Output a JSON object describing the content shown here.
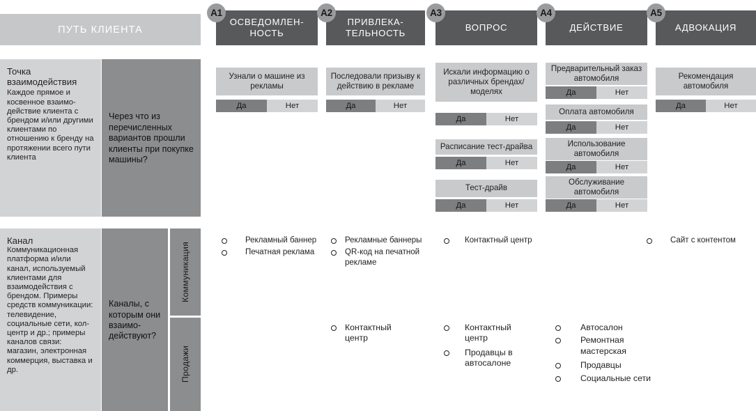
{
  "header": {
    "journey_title": "ПУТЬ  КЛИЕНТА"
  },
  "rows": [
    {
      "id": "touchpoint",
      "lead": "Точка",
      "lead2": "взаимодействия",
      "body": "Каждое прямое и косвенное взаимо­действие клиента с брендом и/или другими клиентами по отношению к бренду на протя­жении всего пути клиента",
      "question": "Через что из перечисленных вариантов прошли клиенты при покупке машины?"
    },
    {
      "id": "channel",
      "lead": "Канал",
      "body": "Коммуникационная платформа и/или канал, используемый клиентами для взаимодействия с брендом. Примеры средств коммуника­ции: телевидение, социальные сети, кол-центр и др.; примеры каналов связи: магазин, электронная коммер­ция, выставка и др.",
      "question": "Каналы, с которым они взаимо­действуют?",
      "subrows": [
        {
          "label": "Коммуникация"
        },
        {
          "label": "Продажи"
        }
      ]
    }
  ],
  "yes_label": "Да",
  "no_label": "Нет",
  "stages": [
    {
      "badge": "A1",
      "title": "ОСВЕДОМЛЕН-\nНОСТЬ",
      "title_line1": "ОСВЕДОМЛЕН-",
      "title_line2": "НОСТЬ",
      "touchpoints": [
        {
          "label": "Узнали о машине из рекламы",
          "yes": "Да",
          "no": "Нет"
        }
      ],
      "communication": [
        "Рекламный баннер",
        "Печатная реклама"
      ],
      "sales": []
    },
    {
      "badge": "A2",
      "title_line1": "ПРИВЛЕКА-",
      "title_line2": "ТЕЛЬНОСТЬ",
      "touchpoints": [
        {
          "label": "Последовали призыву к действию в рекламе",
          "yes": "Да",
          "no": "Нет"
        }
      ],
      "communication": [
        "Рекламные баннеры",
        "QR-код на печатной рекламе"
      ],
      "sales": [
        "Контактный центр"
      ]
    },
    {
      "badge": "A3",
      "title_line1": "ВОПРОС",
      "title_line2": "",
      "touchpoints": [
        {
          "label": "Искали информацию о различных брендах/ моделях",
          "yes": "Да",
          "no": "Нет"
        },
        {
          "label": "Расписание тест-драйва",
          "yes": "Да",
          "no": "Нет"
        },
        {
          "label": "Тест-драйв",
          "yes": "Да",
          "no": "Нет"
        }
      ],
      "communication": [
        "Контактный центр"
      ],
      "sales": [
        "Контактный центр",
        "Продавцы в автосалоне"
      ]
    },
    {
      "badge": "A4",
      "title_line1": "ДЕЙСТВИЕ",
      "title_line2": "",
      "touchpoints": [
        {
          "label": "Предварительный заказ автомобиля",
          "yes": "Да",
          "no": "Нет"
        },
        {
          "label": "Оплата автомобиля",
          "yes": "Да",
          "no": "Нет"
        },
        {
          "label": "Использование автомобиля",
          "yes": "Да",
          "no": "Нет"
        },
        {
          "label": "Обслуживание автомобиля",
          "yes": "Да",
          "no": "Нет"
        }
      ],
      "communication": [],
      "sales": [
        "Автосалон",
        "Ремонтная мастерская",
        "Продавцы",
        "Социальные сети"
      ]
    },
    {
      "badge": "A5",
      "title_line1": "АДВОКАЦИЯ",
      "title_line2": "",
      "touchpoints": [
        {
          "label": "Рекомендация автомобиля",
          "yes": "Да",
          "no": "Нет"
        }
      ],
      "communication": [
        "Сайт с контентом"
      ],
      "sales": []
    }
  ],
  "colors": {
    "header_light": "#c6c7c9",
    "stage_header": "#58595b",
    "badge": "#9a9b9d",
    "tile_light": "#c9cacc",
    "desc_light": "#d2d3d5",
    "desc_mid": "#8c8d8f",
    "yes_fill": "#7d7e80",
    "no_fill": "#d2d3d5"
  }
}
